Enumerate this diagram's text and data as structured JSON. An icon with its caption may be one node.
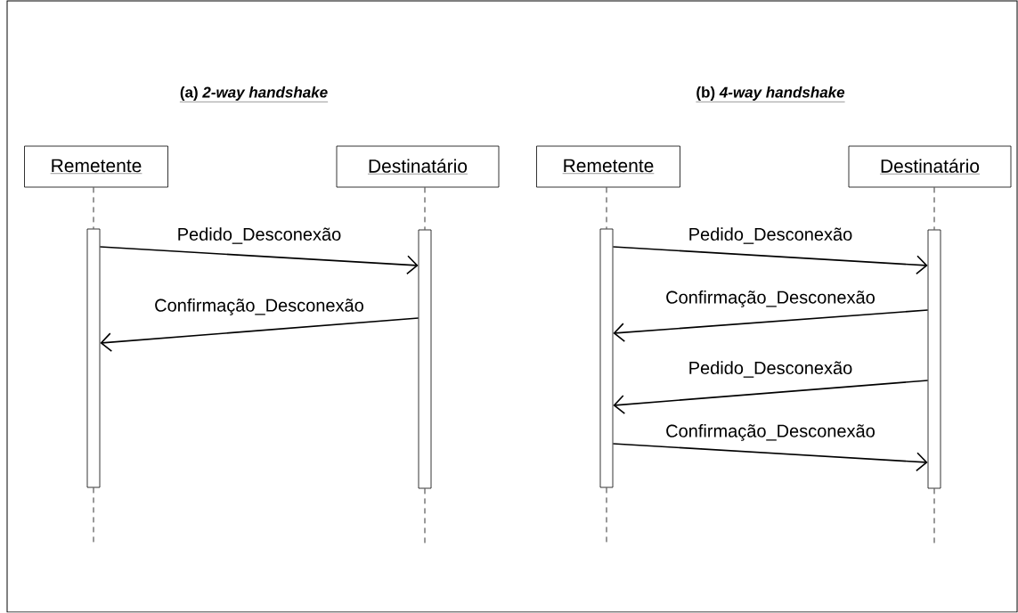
{
  "diagram": {
    "nodes": [
      {
        "text": [
          "Remetente"
        ]
      },
      {
        "text": [
          "Destinatário"
        ]
      },
      {
        "text": [],
        "shape": "bar"
      },
      {
        "text": [],
        "shape": "bar"
      },
      {
        "text": [
          "Remetente"
        ]
      },
      {
        "text": [
          "Destinatário"
        ]
      },
      {
        "text": [],
        "shape": "bar"
      },
      {
        "text": [],
        "shape": "bar"
      }
    ],
    "edges": [
      {
        "from": 0,
        "to": 2,
        "arrow": "none",
        "style": "dashed"
      },
      {
        "from": 2,
        "to": null,
        "arrow": "none",
        "style": "dashed"
      },
      {
        "from": 1,
        "to": 3,
        "arrow": "none",
        "style": "dashed"
      },
      {
        "from": 3,
        "to": null,
        "arrow": "none",
        "style": "dashed"
      },
      {
        "from": 2,
        "to": 3,
        "arrow": "to",
        "label": "Pedido_Desconexão"
      },
      {
        "from": 3,
        "to": 2,
        "arrow": "to",
        "label": "Confirmação_Desconexão"
      },
      {
        "from": 4,
        "to": 6,
        "arrow": "none",
        "style": "dashed"
      },
      {
        "from": 6,
        "to": null,
        "arrow": "none",
        "style": "dashed"
      },
      {
        "from": 5,
        "to": 7,
        "arrow": "none",
        "style": "dashed"
      },
      {
        "from": 7,
        "to": null,
        "arrow": "none",
        "style": "dashed"
      },
      {
        "from": 6,
        "to": 7,
        "arrow": "to",
        "label": "Pedido_Desconexão"
      },
      {
        "from": 7,
        "to": 6,
        "arrow": "to",
        "label": "Confirmação_Desconexão"
      },
      {
        "from": 7,
        "to": 6,
        "arrow": "to",
        "label": "Pedido_Desconexão"
      },
      {
        "from": 6,
        "to": 7,
        "arrow": "to",
        "label": "Confirmação_Desconexão"
      }
    ],
    "labels": [
      "(a) *2-way handshake*",
      "(b) *4-way handshake*"
    ]
  }
}
